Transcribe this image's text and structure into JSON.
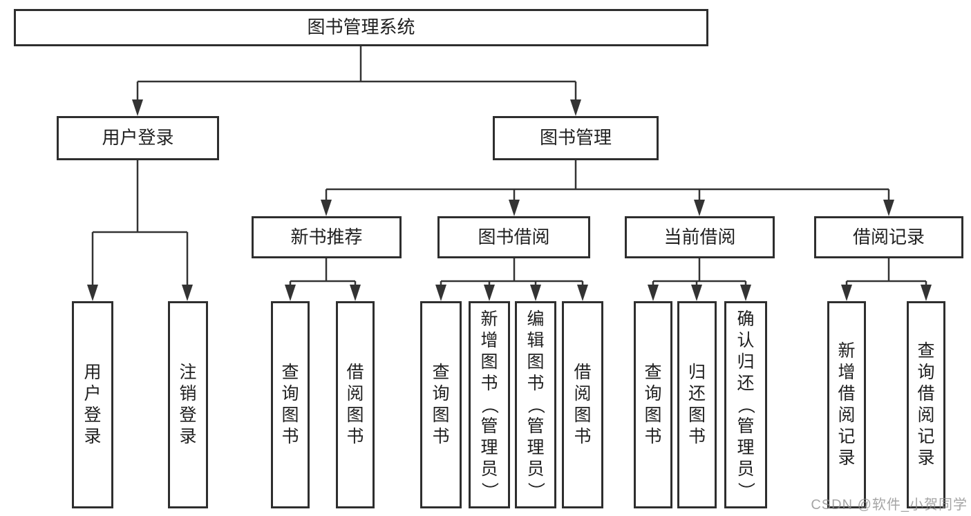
{
  "colors": {
    "connector_line": "#333333",
    "box_border": "#2e2e2e",
    "box_fill": "#ffffff",
    "text": "#1f1f1f",
    "watermark": "#8c8c8c",
    "background": "#ffffff"
  },
  "watermark": {
    "text": "CSDN @软件_小贺同学"
  },
  "tree": {
    "label": "图书管理系统",
    "children": [
      {
        "label": "用户登录",
        "children": [
          {
            "label": "用户登录"
          },
          {
            "label": "注销登录"
          }
        ]
      },
      {
        "label": "图书管理",
        "children": [
          {
            "label": "新书推荐",
            "children": [
              {
                "label": "查询图书"
              },
              {
                "label": "借阅图书"
              }
            ]
          },
          {
            "label": "图书借阅",
            "children": [
              {
                "label": "查询图书"
              },
              {
                "label": "新增图书（管理员）"
              },
              {
                "label": "编辑图书（管理员）"
              },
              {
                "label": "借阅图书"
              }
            ]
          },
          {
            "label": "当前借阅",
            "children": [
              {
                "label": "查询图书"
              },
              {
                "label": "归还图书"
              },
              {
                "label": "确认归还（管理员）"
              }
            ]
          },
          {
            "label": "借阅记录",
            "children": [
              {
                "label": "新增借阅记录"
              },
              {
                "label": "查询借阅记录"
              }
            ]
          }
        ]
      }
    ]
  }
}
